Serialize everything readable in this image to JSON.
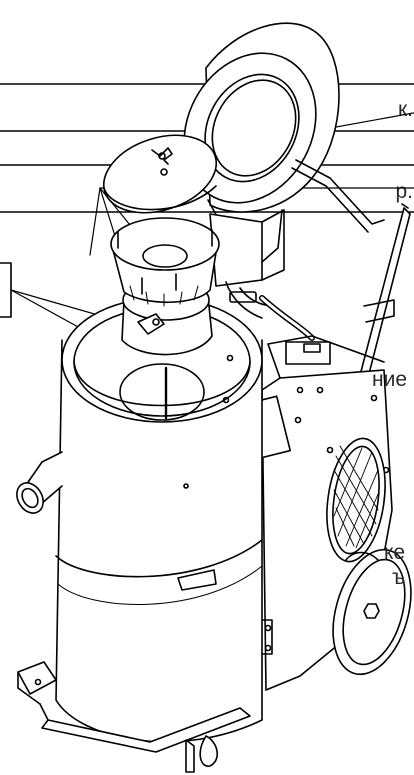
{
  "callouts": [
    {
      "id": "c1",
      "text": "к."
    },
    {
      "id": "c2",
      "text": "р."
    },
    {
      "id": "c3",
      "text": ""
    }
  ],
  "side_text": {
    "line1": "ние",
    "line2": "ке",
    "line3": "ъ"
  }
}
